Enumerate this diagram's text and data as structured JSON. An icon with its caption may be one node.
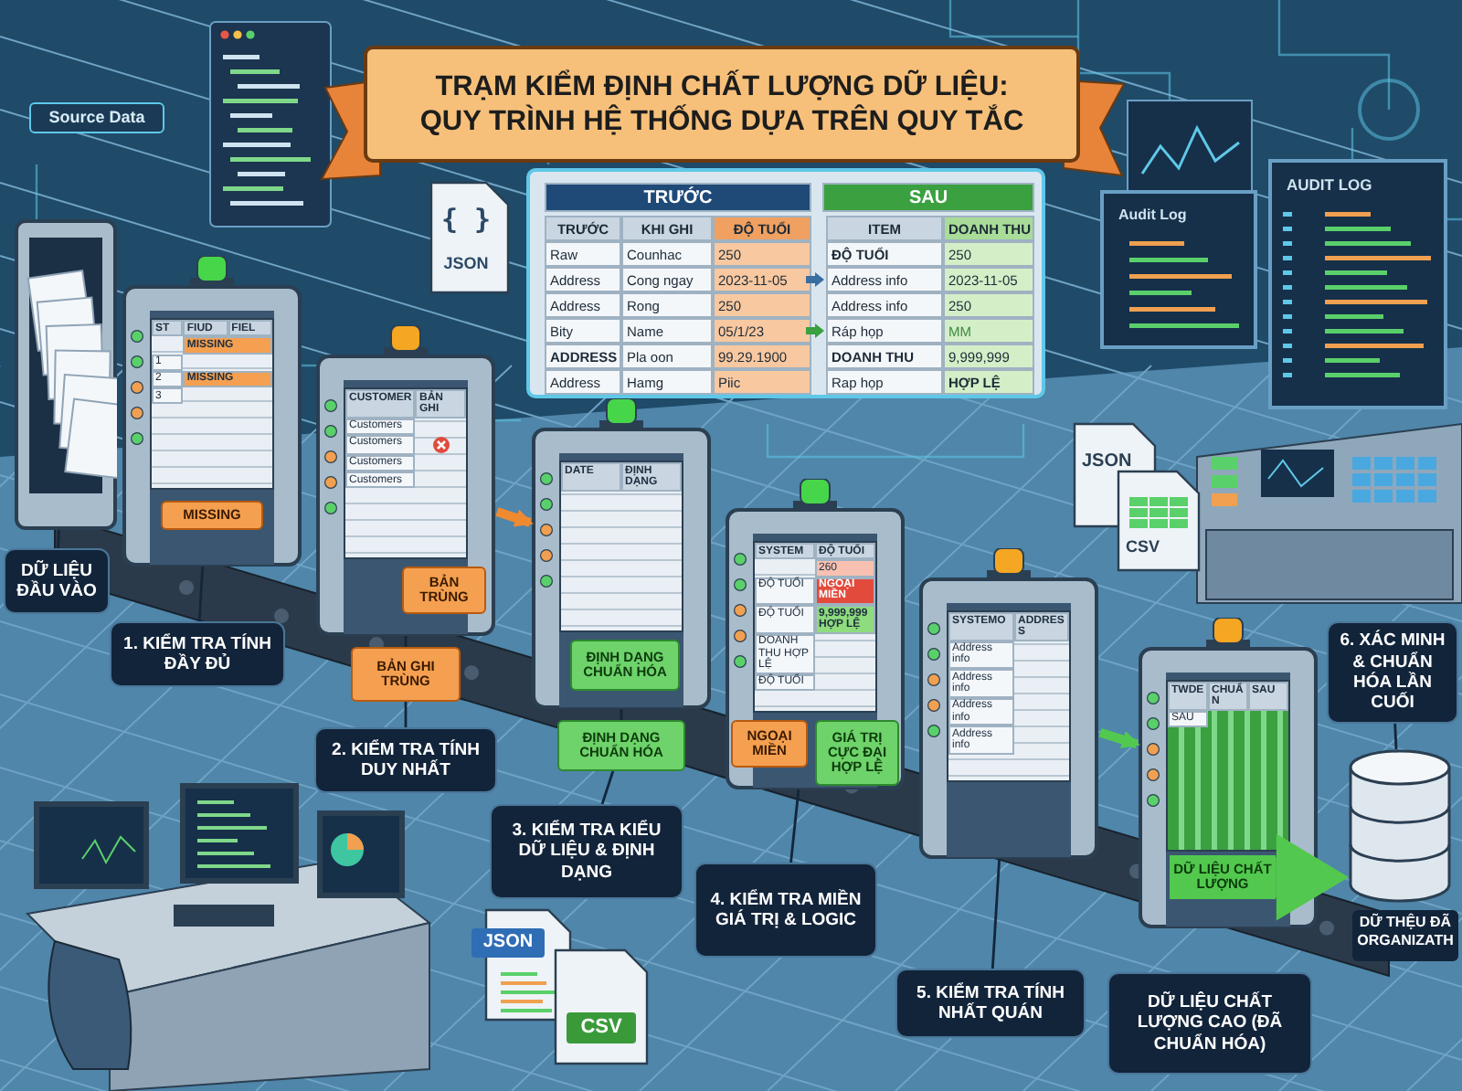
{
  "diagram": {
    "title": "TRẠM KIỂM ĐỊNH CHẤT LƯỢNG DỮ LIỆU: QUY TRÌNH HỆ THỐNG DỰA TRÊN QUY TẮC",
    "nodes": [
      {
        "text": [],
        "shape": "box"
      },
      {
        "text": [
          "DỮ LIỆU ĐẦU VÀO"
        ]
      },
      {
        "text": [],
        "shape": "gate"
      },
      {
        "text": [],
        "shape": "gate"
      },
      {
        "text": [],
        "shape": "gate"
      },
      {
        "text": [],
        "shape": "gate"
      },
      {
        "text": [],
        "shape": "gate"
      },
      {
        "text": [],
        "shape": "gate"
      },
      {
        "text": [
          "MISSING"
        ],
        "in": 2
      },
      {
        "text": [
          "BẢN TRÙNG"
        ],
        "in": 3
      },
      {
        "text": [
          "BẢN GHI TRÙNG"
        ]
      },
      {
        "text": [
          "1. KIỂM TRA TÍNH ĐẦY ĐỦ"
        ]
      },
      {
        "text": [
          "2. KIỂM TRA TÍNH DUY NHẤT"
        ]
      },
      {
        "text": [
          "ĐỊNH DẠNG CHUẨN HÓA"
        ],
        "in": 4
      },
      {
        "text": [
          "ĐỊNH DẠNG CHUẨN HÓA"
        ]
      },
      {
        "text": [
          "3. KIỂM TRA KIỂU DỮ LIỆU & ĐỊNH DẠNG"
        ]
      },
      {
        "text": [
          "NGOẠI MIỀN"
        ],
        "in": 5
      },
      {
        "text": [
          "GIÁ TRỊ CỰC ĐẠI HỢP LỆ"
        ],
        "in": 5
      },
      {
        "text": [
          "4. KIỂM TRA MIỀN GIÁ TRỊ & LOGIC"
        ]
      },
      {
        "text": [
          "5. KIỂM TRA TÍNH NHẤT QUÁN"
        ]
      },
      {
        "text": [],
        "shape": "cylinder",
        "beside": [
          "DỮ THỆU ĐÃ ORGANIZATH"
        ]
      },
      {
        "text": [
          "DỮ LIỆU CHẤT LƯỢNG CAO (ĐÃ CHUẨN HÓA)"
        ]
      },
      {
        "text": [
          "6. XÁC MINH & CHUẨN HÓA LẦN CUỐI"
        ]
      }
    ],
    "edges": [
      {
        "from": 1,
        "to": 0,
        "arrow": "none"
      },
      {
        "from": 11,
        "to": 2,
        "arrow": "none"
      },
      {
        "from": 10,
        "to": 3,
        "arrow": "none"
      },
      {
        "from": 12,
        "to": 10,
        "arrow": "none"
      },
      {
        "from": 14,
        "to": 4,
        "arrow": "none"
      },
      {
        "from": 15,
        "to": 14,
        "arrow": "none"
      },
      {
        "from": 18,
        "to": 5,
        "arrow": "none"
      },
      {
        "from": 19,
        "to": 6,
        "arrow": "none"
      },
      {
        "from": 22,
        "to": 20,
        "arrow": "none"
      },
      {
        "from": 3,
        "to": 4,
        "arrow": "to",
        "style": "thick",
        "color": "#f08a30"
      },
      {
        "from": 6,
        "to": 7,
        "arrow": "to",
        "style": "thick",
        "color": "#52c94e"
      },
      {
        "from": null,
        "to": 20,
        "arrow": "to",
        "style": "thick",
        "color": "#52c94e",
        "label": "DỮ LIỆU CHẤT LƯỢNG"
      }
    ],
    "labels": [
      "Source Data",
      "{ }",
      "JSON",
      "TRƯỚC",
      "SAU",
      "TRƯỚC",
      "KHI GHI",
      "ĐỘ TUỔI",
      "ITEM",
      "DOANH THU",
      "Raw",
      "Counhac",
      "250",
      "ĐỘ TUỔI",
      "250",
      "Address",
      "Cong ngay",
      "2023-11-05",
      "Address info",
      "2023-11-05",
      "Address",
      "Rong",
      "250",
      "Address info",
      "250",
      "Bity",
      "Name",
      "05/1/23",
      "Ráp họp",
      "MM",
      "ADDRESS",
      "Pla oon",
      "99.29.1900",
      "DOANH THU",
      "9,999,999",
      "Address",
      "Hamg",
      "Piic",
      "Rap họp",
      "HỢP LỆ",
      "Audit Log",
      "AUDIT LOG",
      "JSON",
      "CSV",
      "ST",
      "FIUD",
      "FIEL",
      "MISSING",
      "1",
      "2",
      "MISSING",
      "3",
      "CUSTOMER",
      "BẢN GHI",
      "Customers",
      "Customers",
      "Customers",
      "Customers",
      "DATE",
      "ĐỊNH DẠNG",
      "SYSTEM",
      "ĐỘ TUỔI",
      "260",
      "ĐỘ TUỔI",
      "NGOẠI MIỀN",
      "ĐỘ TUỔI",
      "9,999,999 HỢP LỆ",
      "DOANH THU HỢP LỆ",
      "ĐỘ TUỔI",
      "SYSTEMO",
      "ADDRESS",
      "Address info",
      "Address info",
      "Address info",
      "Address info",
      "TWDE",
      "CHUẨN",
      "SAU",
      "SAU",
      "JSON",
      "CSV"
    ]
  }
}
